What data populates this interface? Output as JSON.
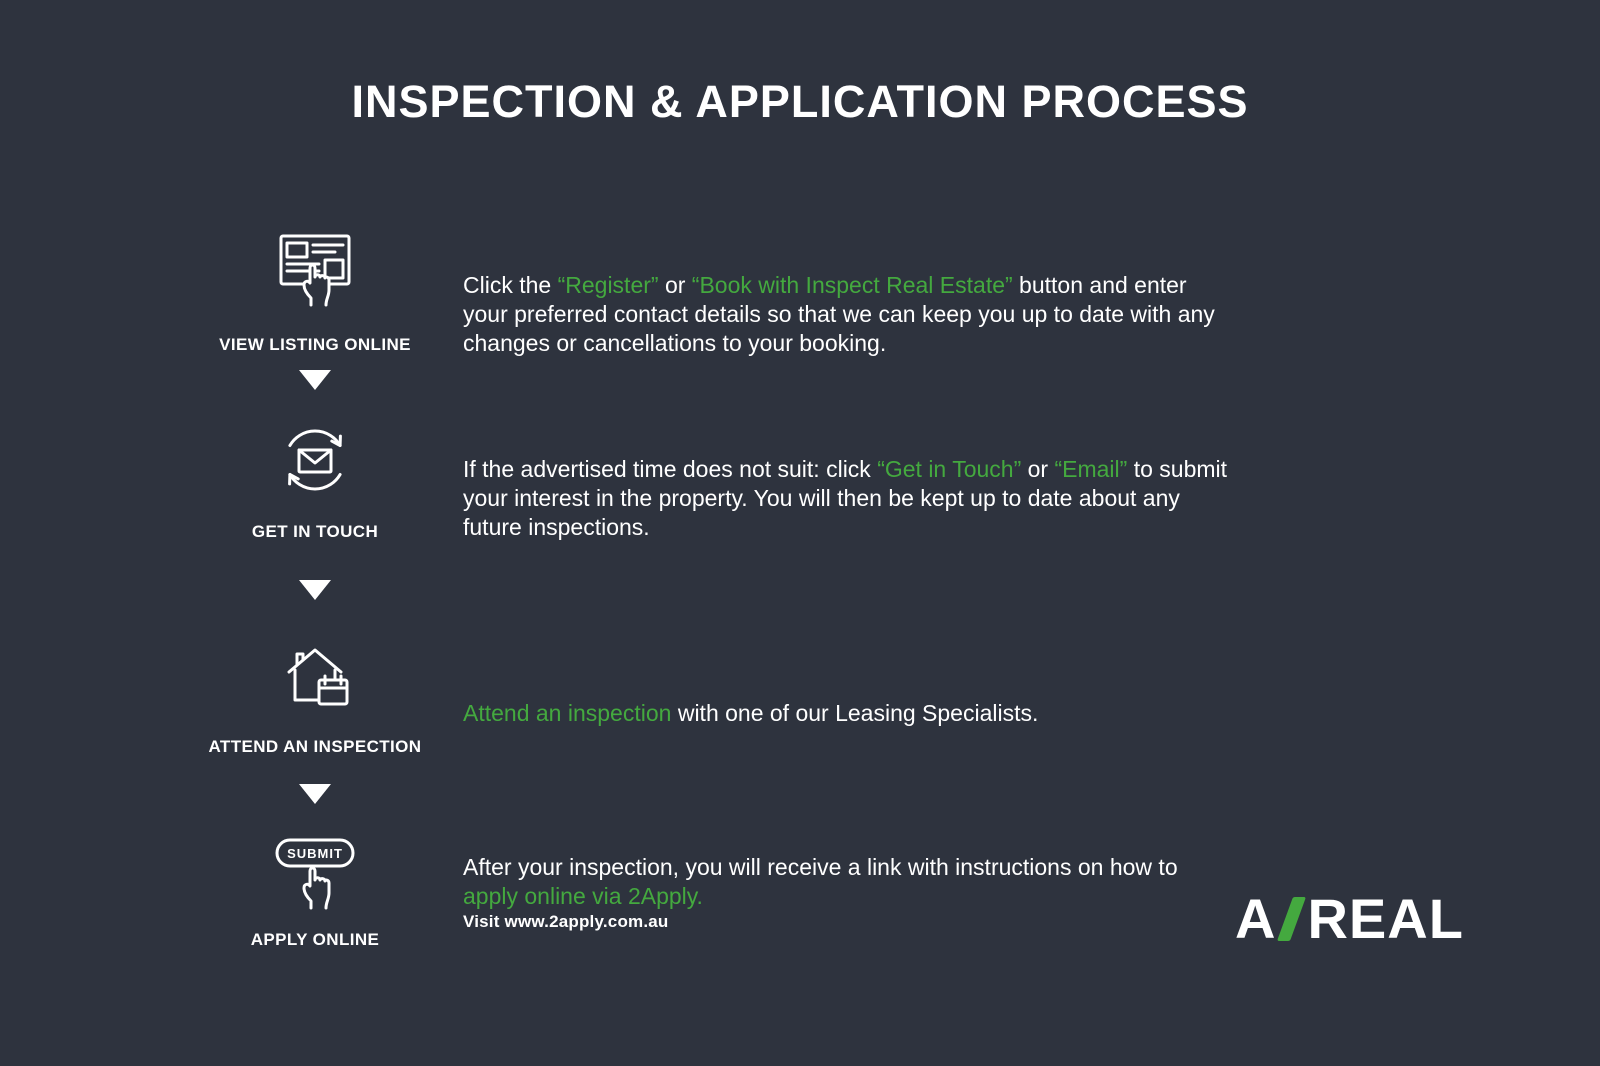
{
  "title": "INSPECTION & APPLICATION PROCESS",
  "colors": {
    "background": "#2e333e",
    "accent_green": "#44a93f",
    "text": "#ffffff"
  },
  "steps": [
    {
      "label": "VIEW LISTING ONLINE",
      "icon": "listing-cursor-icon",
      "desc": [
        "Click the ",
        "“Register”",
        " or ",
        "“Book with Inspect Real Estate”",
        " button and enter your preferred contact details so that we can keep you up to date with any changes or cancellations to your booking."
      ]
    },
    {
      "label": "GET IN TOUCH",
      "icon": "email-refresh-icon",
      "desc": [
        "If the advertised time does not suit: click ",
        "“Get in Touch”",
        " or ",
        "“Email”",
        " to submit your interest in the property. You will then be kept up to date about any future inspections."
      ]
    },
    {
      "label": "ATTEND AN INSPECTION",
      "icon": "house-calendar-icon",
      "desc": [
        "Attend an inspection",
        " with one of our Leasing Specialists."
      ]
    },
    {
      "label": "APPLY ONLINE",
      "icon": "submit-button-icon",
      "icon_text": "SUBMIT",
      "desc": [
        "After your inspection, you will receive a link with instructions on how to ",
        "apply online via 2Apply."
      ],
      "note": "Visit www.2apply.com.au"
    }
  ],
  "logo": {
    "left": "A",
    "right": "REAL"
  }
}
